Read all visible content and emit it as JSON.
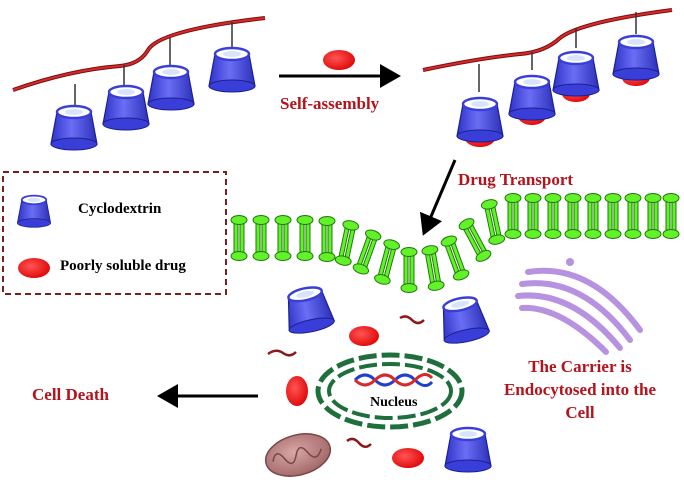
{
  "labels": {
    "self_assembly": "Self-assembly",
    "drug_transport": "Drug Transport",
    "cyclodextrin": "Cyclodextrin",
    "poorly_soluble_drug": "Poorly soluble drug",
    "cell_death": "Cell Death",
    "nucleus": "Nucleus",
    "carrier_endocytosed": "The Carrier is Endocytosed into the Cell"
  },
  "colors": {
    "polymer": "#b5121b",
    "cyclodextrin": "#4b4fe8",
    "drug": "#ee1111",
    "membrane": "#63f22a",
    "golgi": "#c9a4ea",
    "nucleus": "#2e7d4a",
    "mitochondrion": "#b47878",
    "label": "#b5121b"
  }
}
